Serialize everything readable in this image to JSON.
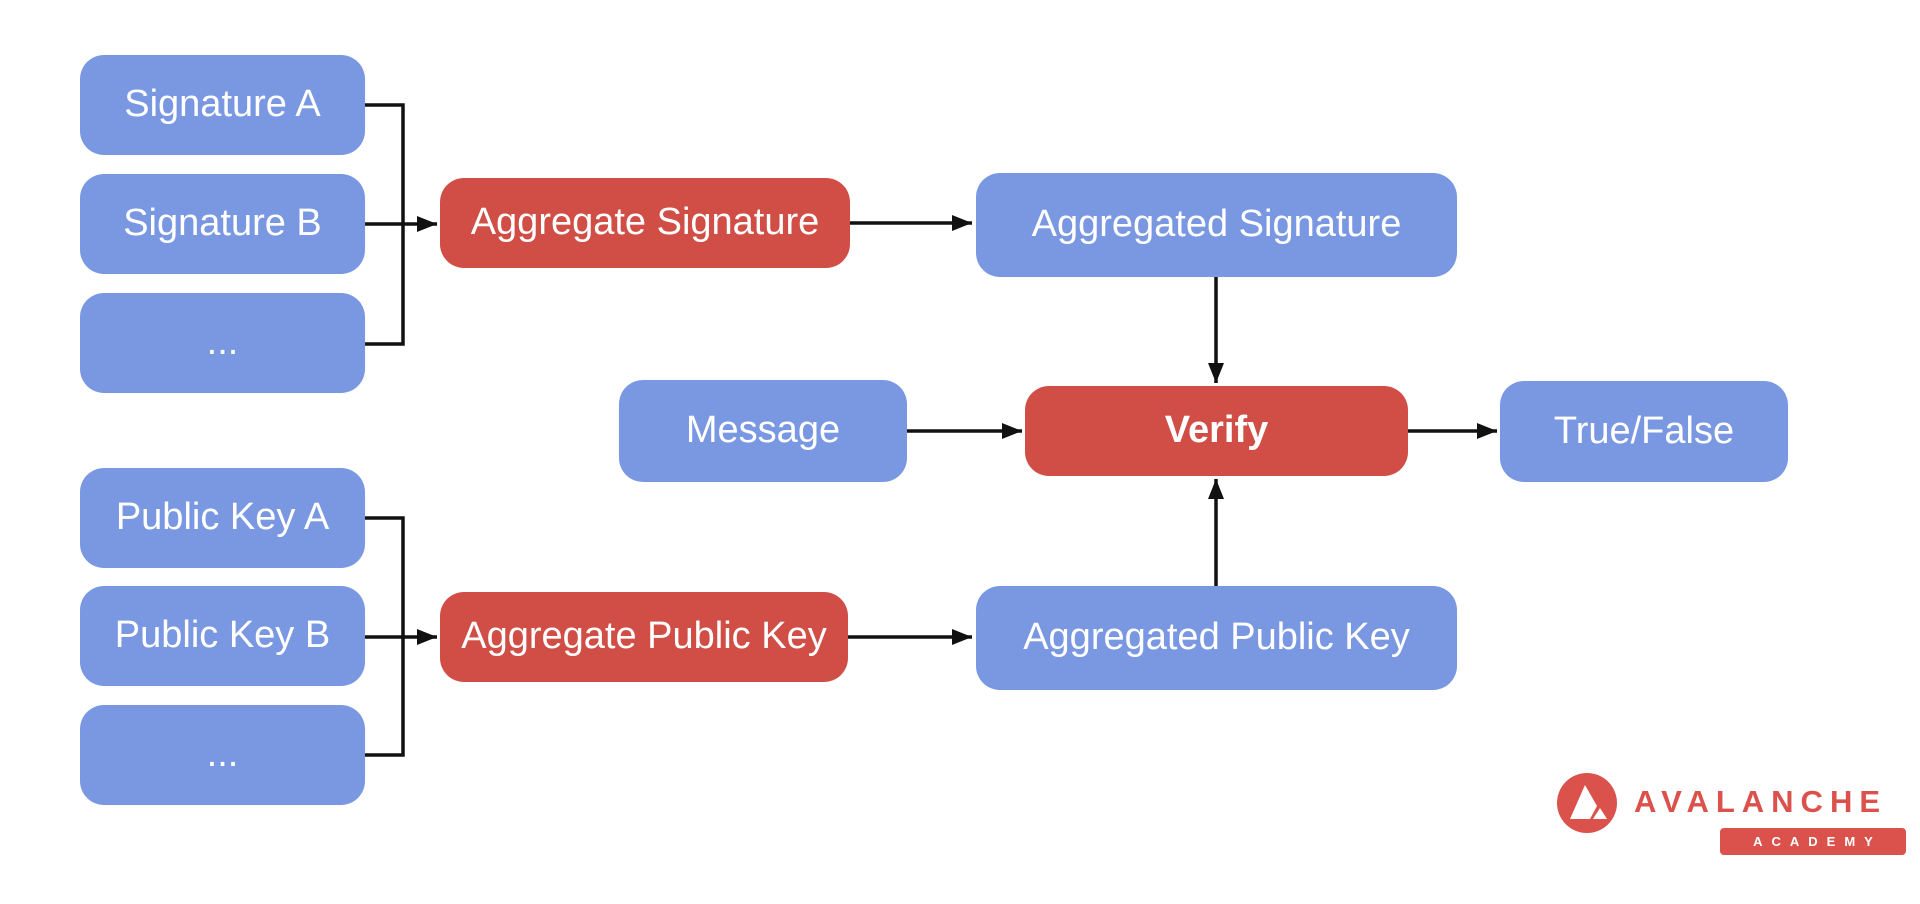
{
  "colors": {
    "input_box_blue": "#7A98E2",
    "process_box_red": "#D04E45",
    "box_text": "#FFFFFF",
    "arrow": "#111111",
    "brand_red": "#DB524C",
    "background": "#FFFFFF"
  },
  "signature_group": {
    "items": [
      {
        "label": "Signature A"
      },
      {
        "label": "Signature B"
      },
      {
        "label": "..."
      }
    ],
    "aggregate": {
      "label": "Aggregate Signature"
    },
    "result": {
      "label": "Aggregated Signature"
    }
  },
  "public_key_group": {
    "items": [
      {
        "label": "Public Key A"
      },
      {
        "label": "Public Key B"
      },
      {
        "label": "..."
      }
    ],
    "aggregate": {
      "label": "Aggregate Public Key"
    },
    "result": {
      "label": "Aggregated Public Key"
    }
  },
  "verify_flow": {
    "message": {
      "label": "Message"
    },
    "verify": {
      "label": "Verify"
    },
    "output": {
      "label": "True/False"
    }
  },
  "logo": {
    "brand": "AVALANCHE",
    "badge": "ACADEMY"
  }
}
